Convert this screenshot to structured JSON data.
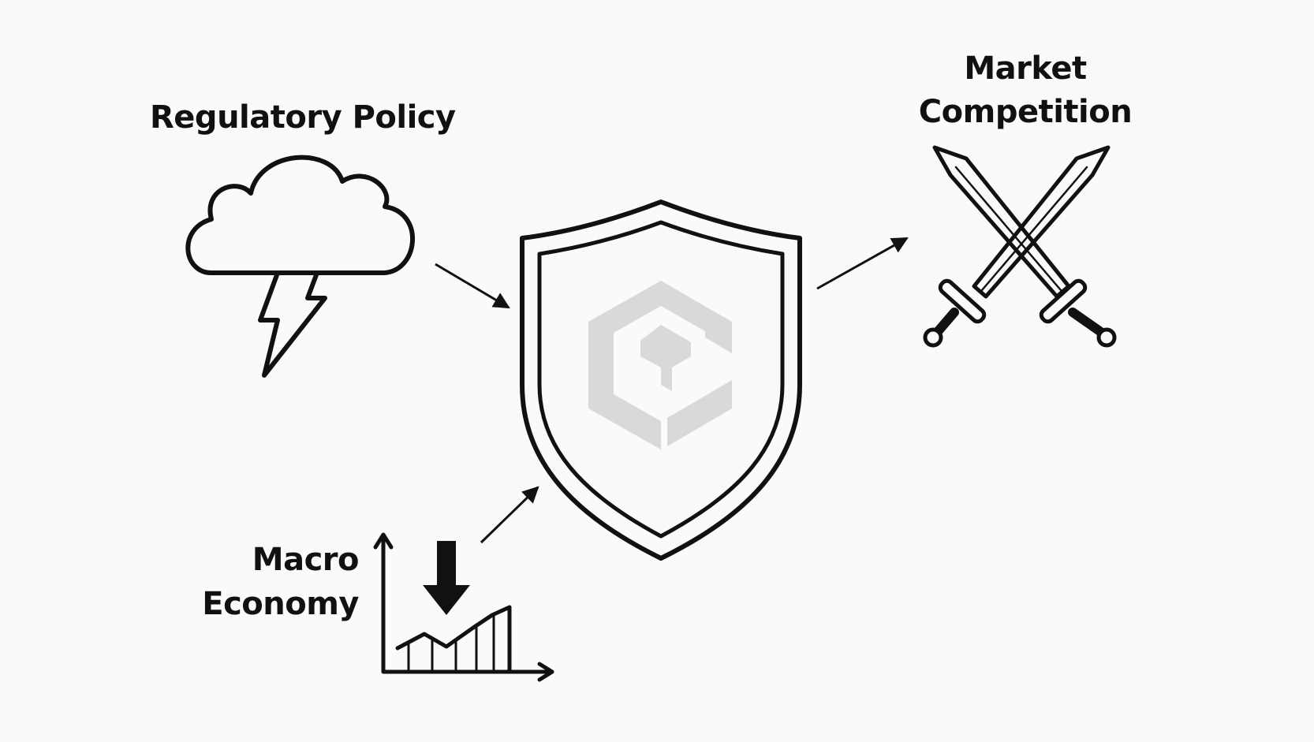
{
  "diagram": {
    "center": {
      "name": "shield",
      "icon": "shield-icon",
      "emblem": "hexagon-logo-icon",
      "emblem_color": "#d9d9d9"
    },
    "factors": [
      {
        "id": "regulatory",
        "label_lines": [
          "Regulatory Policy"
        ],
        "icon": "storm-cloud-lightning-icon",
        "arrow_direction": "into-shield"
      },
      {
        "id": "market",
        "label_lines": [
          "Market",
          "Competition"
        ],
        "icon": "crossed-swords-icon",
        "arrow_direction": "out-of-shield"
      },
      {
        "id": "macro",
        "label_lines": [
          "Macro",
          "Economy"
        ],
        "icon": "declining-chart-icon",
        "arrow_direction": "into-shield"
      }
    ],
    "colors": {
      "background": "#fafafa",
      "stroke": "#111111",
      "emblem": "#d9d9d9"
    }
  }
}
